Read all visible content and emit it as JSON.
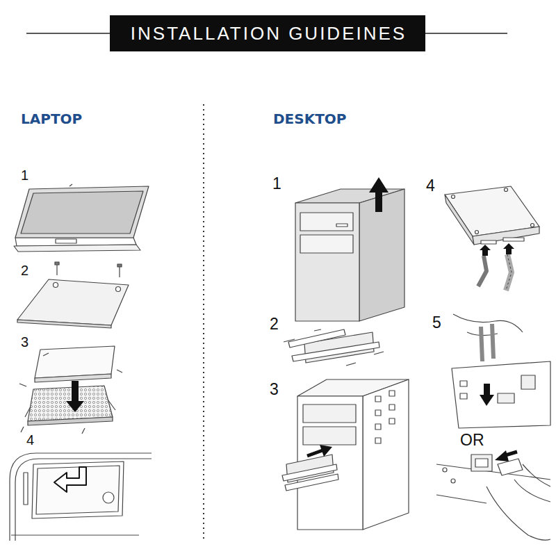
{
  "diagram": {
    "title": "INSTALLATION GUIDEINES",
    "labels": [
      "LAPTOP",
      "DESKTOP",
      "1",
      "2",
      "3",
      "4",
      "1",
      "2",
      "3",
      "4",
      "5",
      "OR"
    ]
  }
}
